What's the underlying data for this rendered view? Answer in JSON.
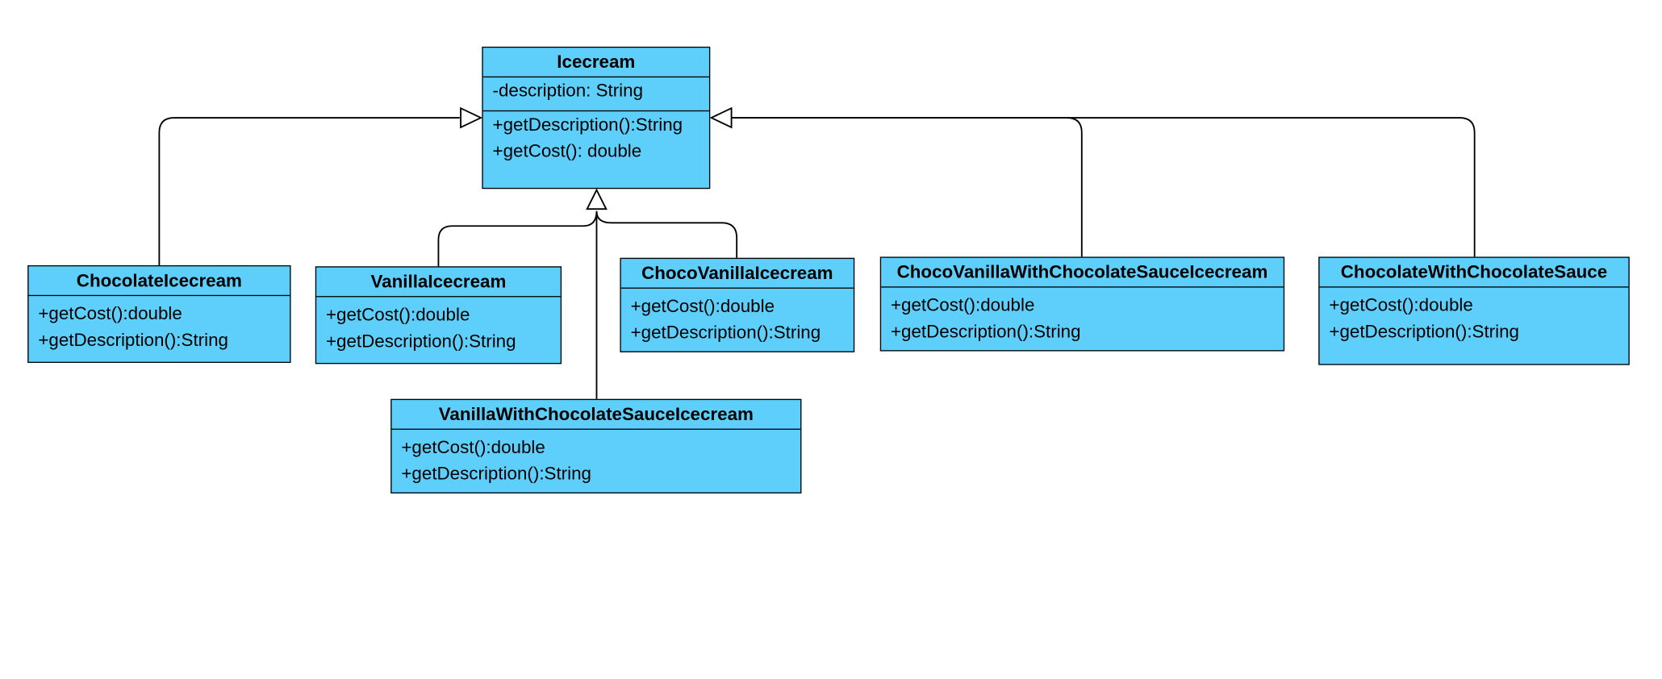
{
  "colors": {
    "class_fill": "#5dcffa",
    "line": "#000000"
  },
  "diagram": {
    "type": "uml-class-diagram",
    "relationship": "generalization",
    "classes": [
      {
        "id": "icecream",
        "name": "Icecream",
        "attributes": [
          "-description: String"
        ],
        "methods": [
          "+getDescription():String",
          "+getCost(): double"
        ]
      },
      {
        "id": "chocolate",
        "name": "ChocolateIcecream",
        "attributes": [],
        "methods": [
          "+getCost():double",
          "+getDescription():String"
        ]
      },
      {
        "id": "vanilla",
        "name": "VanillaIcecream",
        "attributes": [],
        "methods": [
          "+getCost():double",
          "+getDescription():String"
        ]
      },
      {
        "id": "chocovanilla",
        "name": "ChocoVanillaIcecream",
        "attributes": [],
        "methods": [
          "+getCost():double",
          "+getDescription():String"
        ]
      },
      {
        "id": "chocovanillasauce",
        "name": "ChocoVanillaWithChocolateSauceIcecream",
        "attributes": [],
        "methods": [
          "+getCost():double",
          "+getDescription():String"
        ]
      },
      {
        "id": "chocolatesauce",
        "name": "ChocolateWithChocolateSauce",
        "attributes": [],
        "methods": [
          "+getCost():double",
          "+getDescription():String"
        ]
      },
      {
        "id": "vanillasauce",
        "name": "VanillaWithChocolateSauceIcecream",
        "attributes": [],
        "methods": [
          "+getCost():double",
          "+getDescription():String"
        ]
      }
    ],
    "edges": [
      {
        "from": "chocolate",
        "to": "icecream"
      },
      {
        "from": "vanilla",
        "to": "icecream"
      },
      {
        "from": "chocovanilla",
        "to": "icecream"
      },
      {
        "from": "vanillasauce",
        "to": "icecream"
      },
      {
        "from": "chocovanillasauce",
        "to": "icecream"
      },
      {
        "from": "chocolatesauce",
        "to": "icecream"
      }
    ]
  }
}
